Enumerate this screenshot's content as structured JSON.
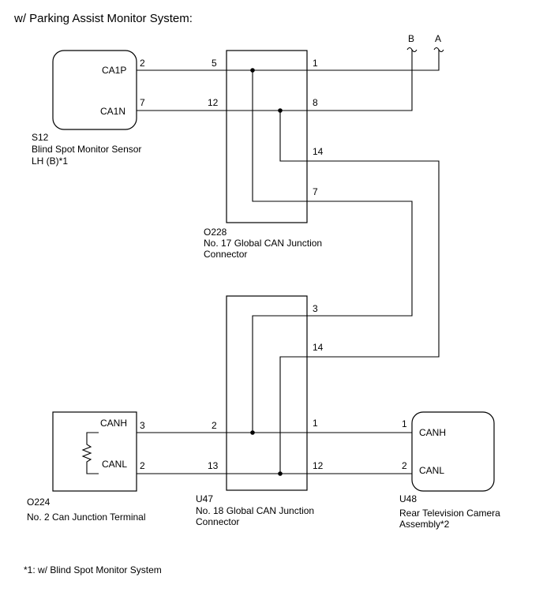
{
  "title": "w/ Parking Assist Monitor System:",
  "footnote": "*1: w/ Blind Spot Monitor System",
  "terminals": {
    "b": "B",
    "a": "A"
  },
  "s12": {
    "code": "S12",
    "name_line1": "Blind Spot Monitor Sensor",
    "name_line2": "LH (B)*1",
    "pin_ca1p": "CA1P",
    "pin_ca1n": "CA1N",
    "num_ca1p": "2",
    "num_ca1n": "7"
  },
  "o228": {
    "code": "O228",
    "name_line1": "No. 17 Global CAN Junction",
    "name_line2": "Connector",
    "pins": {
      "p5": "5",
      "p12": "12",
      "p1": "1",
      "p8": "8",
      "p14": "14",
      "p7": "7"
    }
  },
  "u47": {
    "code": "U47",
    "name_line1": "No. 18 Global CAN Junction",
    "name_line2": "Connector",
    "pins": {
      "p3": "3",
      "p14": "14",
      "p2": "2",
      "p13": "13",
      "p1": "1",
      "p12": "12"
    }
  },
  "o224": {
    "code": "O224",
    "name": "No. 2 Can Junction Terminal",
    "pin_canh": "CANH",
    "pin_canl": "CANL",
    "num_canh": "3",
    "num_canl": "2"
  },
  "u48": {
    "code": "U48",
    "name_line1": "Rear Television Camera",
    "name_line2": "Assembly*2",
    "pin_canh": "CANH",
    "pin_canl": "CANL",
    "num_canh": "1",
    "num_canl": "2"
  }
}
